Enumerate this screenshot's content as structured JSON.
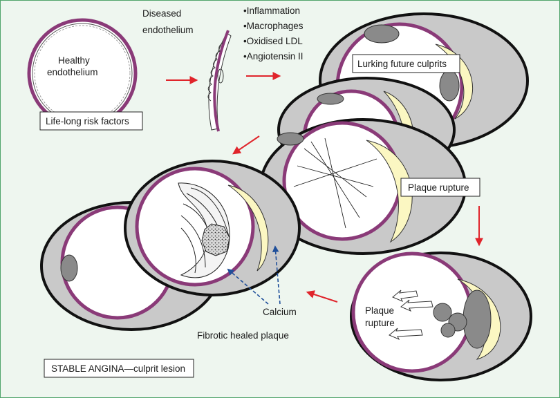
{
  "labels": {
    "healthy": [
      "Healthy",
      "endothelium"
    ],
    "diseased": [
      "Diseased",
      "endothelium"
    ],
    "risk_factors_box": "Life-long risk factors",
    "factors": [
      "•Inflammation",
      "•Macrophages",
      "•Oxidised LDL",
      "•Angiotensin II"
    ],
    "lurking_box": "Lurking future culprits",
    "rupture_box": "Plaque rupture",
    "plaque_rupture_inner": [
      "Plaque",
      "rupture"
    ],
    "calcium": "Calcium",
    "fibrotic": "Fibrotic healed plaque",
    "stable_box": "STABLE ANGINA—culprit lesion"
  },
  "colors": {
    "background": "#eef6ef",
    "border": "#4fa46a",
    "vessel_grey": "#c9c9c9",
    "intima_purple": "#8a3a78",
    "lipid_yellow": "#fbf7c2",
    "calcium_arrow": "#1f4f9a",
    "sequence_arrow": "#e0242b"
  }
}
